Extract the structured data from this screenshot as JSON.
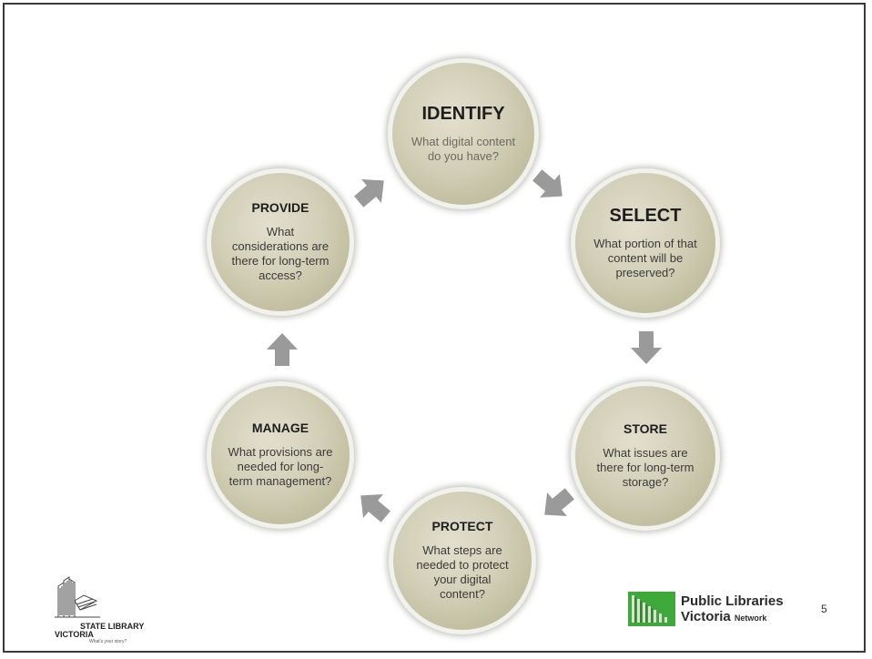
{
  "cycle": {
    "identify": {
      "title": "IDENTIFY",
      "question": "What digital content do you have?"
    },
    "select": {
      "title": "SELECT",
      "question": "What portion of that content will be preserved?"
    },
    "store": {
      "title": "STORE",
      "question": "What issues are there for long-term storage?"
    },
    "protect": {
      "title": "PROTECT",
      "question": "What steps are needed to protect your digital content?"
    },
    "manage": {
      "title": "MANAGE",
      "question": "What provisions are needed for long-term management?"
    },
    "provide": {
      "title": "PROVIDE",
      "question": "What considerations are there for long-term access?"
    }
  },
  "footer": {
    "slv_name_line1": "STATE LIBRARY",
    "slv_name_line2": "VICTORIA",
    "slv_tagline": "What's your story?",
    "plv_line1": "Public Libraries",
    "plv_line2_main": "Victoria",
    "plv_line2_small": "Network",
    "page_number": "5"
  },
  "colors": {
    "circle_fill": "#d2cfb7",
    "arrow_fill": "#9a9a9a",
    "plv_green": "#3ea83a"
  },
  "icons": {
    "arrow": "arrow-icon",
    "slv_logo": "state-library-building-icon",
    "plv_logo": "public-libraries-logo-icon"
  }
}
